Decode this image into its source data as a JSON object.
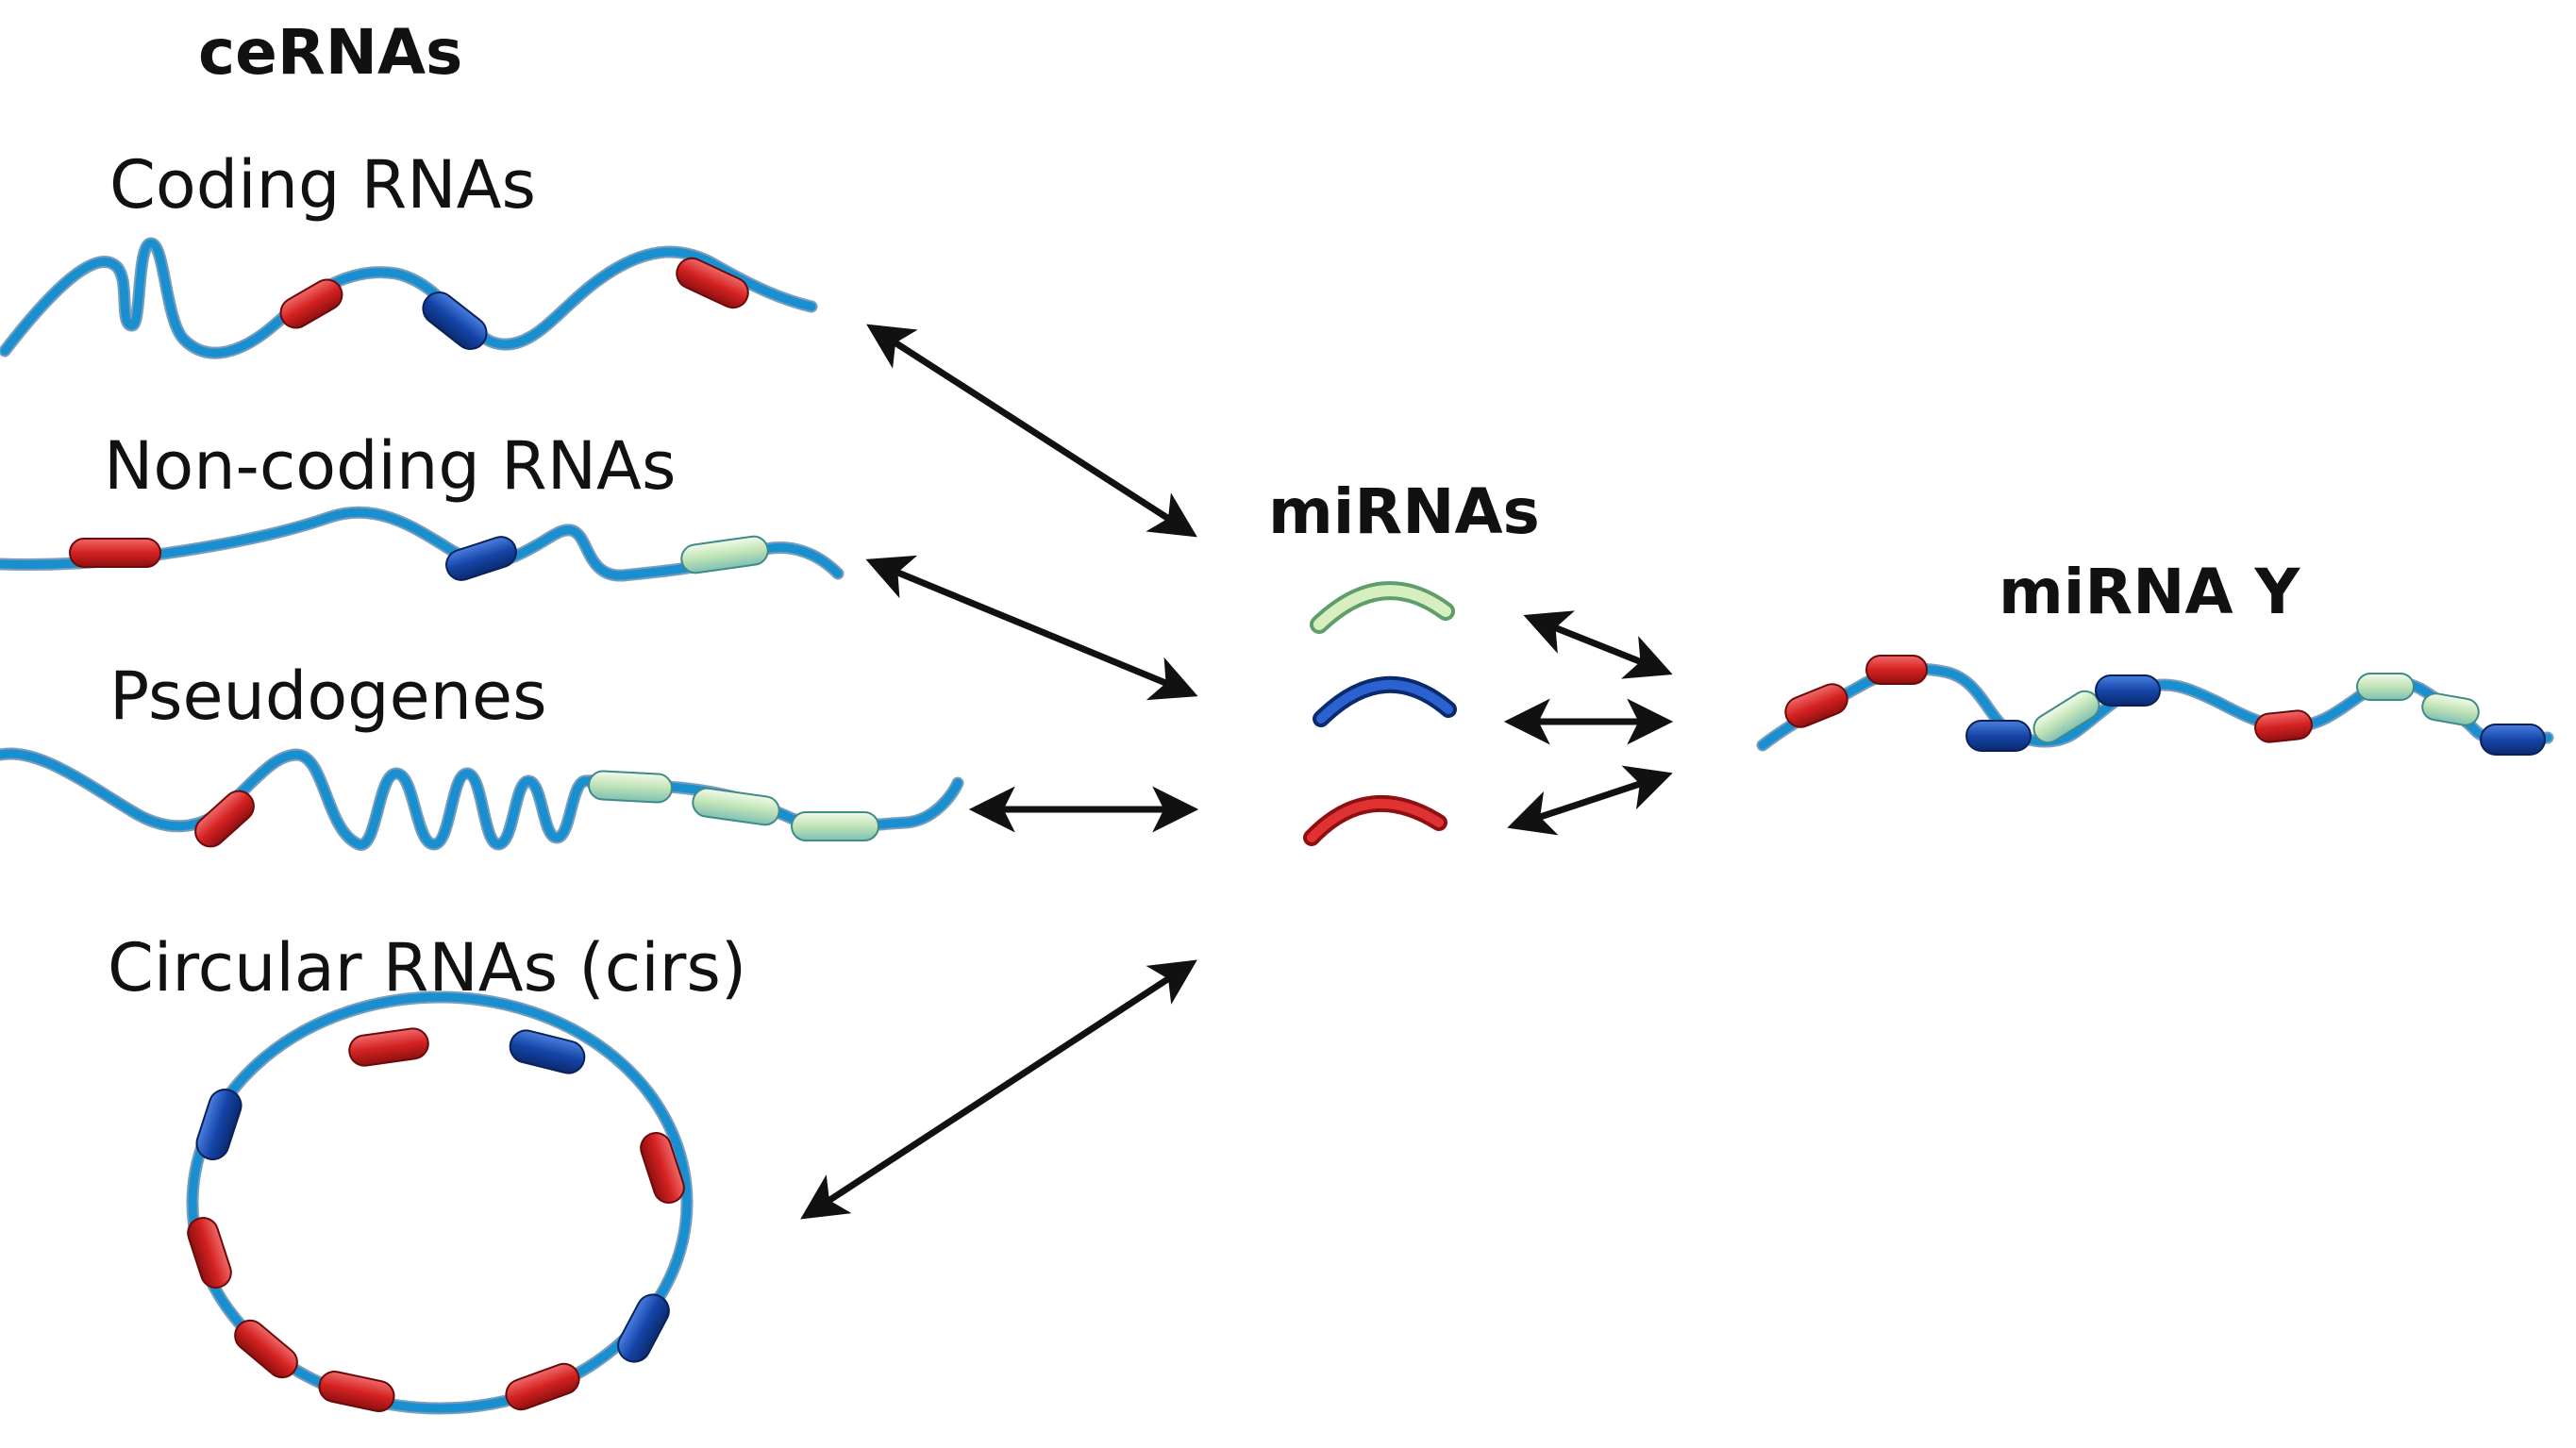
{
  "title": "ceRNAs",
  "cerna_labels": {
    "coding": "Coding RNAs",
    "noncoding": "Non-coding RNAs",
    "pseudogenes": "Pseudogenes",
    "circular": "Circular RNAs (cirs)"
  },
  "mirna_label": "miRNAs",
  "target_label": "miRNA Y",
  "colors": {
    "strand": "#1a8fd0",
    "red_segment": "#d42121",
    "blue_segment": "#1545a8",
    "pale_segment": "#bfe3b6",
    "arrow": "#111111"
  }
}
